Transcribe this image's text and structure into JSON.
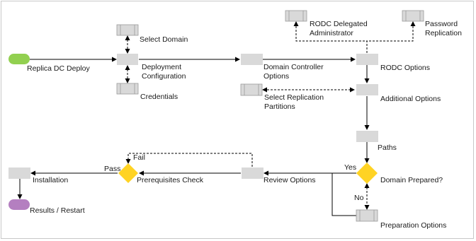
{
  "labels": {
    "start": "Replica DC Deploy",
    "select_domain": "Select Domain",
    "deployment_1": "Deployment",
    "deployment_2": "Configuration",
    "credentials": "Credentials",
    "dc_options_1": "Domain Controller",
    "dc_options_2": "Options",
    "rodc_delegated_1": "RODC Delegated",
    "rodc_delegated_2": "Administrator",
    "password_1": "Password",
    "password_2": "Replication",
    "rodc_options": "RODC Options",
    "select_repl_1": "Select Replication",
    "select_repl_2": "Partitions",
    "additional_options": "Additional Options",
    "paths": "Paths",
    "domain_prepared": "Domain Prepared?",
    "yes": "Yes",
    "no": "No",
    "preparation_options": "Preparation Options",
    "review_options": "Review Options",
    "prerequisites_check": "Prerequisites Check",
    "fail": "Fail",
    "pass": "Pass",
    "installation": "Installation",
    "results": "Results / Restart"
  },
  "colors": {
    "start": "#92d050",
    "end": "#b47fc0",
    "decision": "#ffd324",
    "box": "#d9d9d9",
    "box_alt": "#c8c8c8",
    "line": "#000000"
  }
}
